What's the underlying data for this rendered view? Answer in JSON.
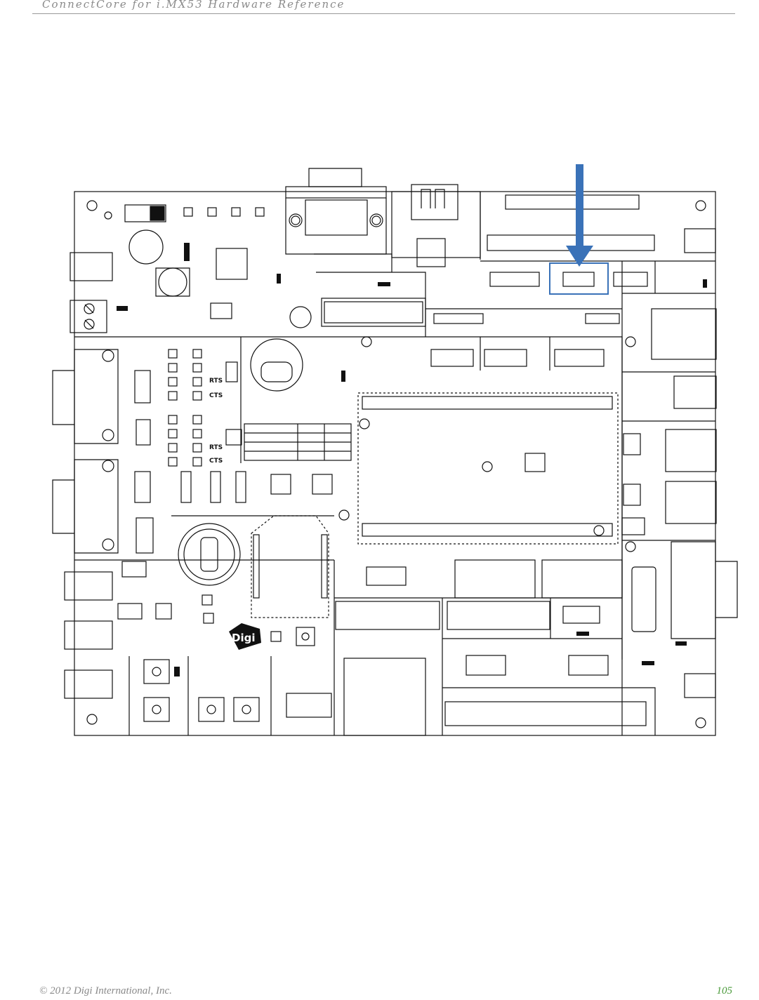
{
  "header": {
    "title": "ConnectCore for i.MX53 Hardware Reference"
  },
  "board": {
    "silkscreen": {
      "rts": "RTS",
      "cts": "CTS",
      "logo": "Digi"
    },
    "callout": {
      "arrow_color": "#3a72b8",
      "highlight_color": "#3a72b8"
    }
  },
  "footer": {
    "copyright": "© 2012 Digi International, Inc.",
    "page_number": "105"
  }
}
